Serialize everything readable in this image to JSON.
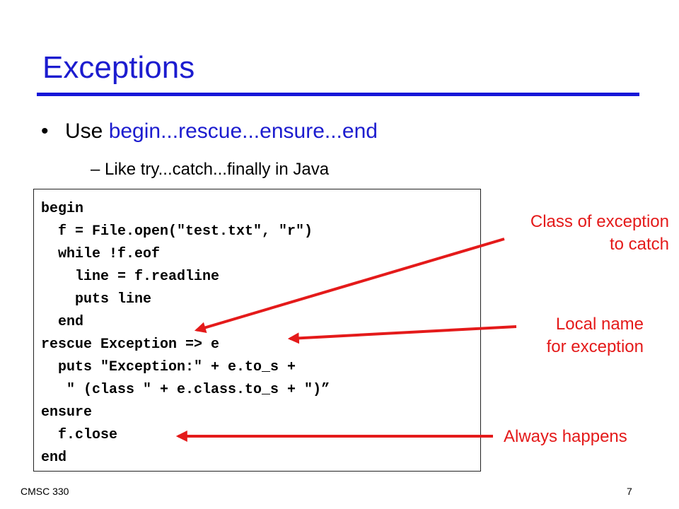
{
  "slide": {
    "title": "Exceptions",
    "bullet": {
      "prefix": "Use ",
      "keyword": "begin...rescue...ensure...end"
    },
    "subbullet": {
      "dash": "–",
      "text": "Like try...catch...finally in Java"
    },
    "code": [
      "begin",
      "  f = File.open(\"test.txt\", \"r\")",
      "  while !f.eof",
      "    line = f.readline",
      "    puts line",
      "  end",
      "rescue Exception => e",
      "  puts \"Exception:\" + e.to_s +",
      "   \" (class \" + e.class.to_s + \")”",
      "ensure",
      "  f.close",
      "end"
    ],
    "annotations": {
      "exception_class": [
        "Class of exception",
        "to catch"
      ],
      "local_name": [
        "Local name",
        "for exception"
      ],
      "ensure_note": "Always happens"
    },
    "footer": {
      "course": "CMSC 330",
      "page": "7"
    },
    "colors": {
      "title": "#1c1ccf",
      "rule": "#1616d8",
      "annotation": "#e41a1a"
    }
  }
}
